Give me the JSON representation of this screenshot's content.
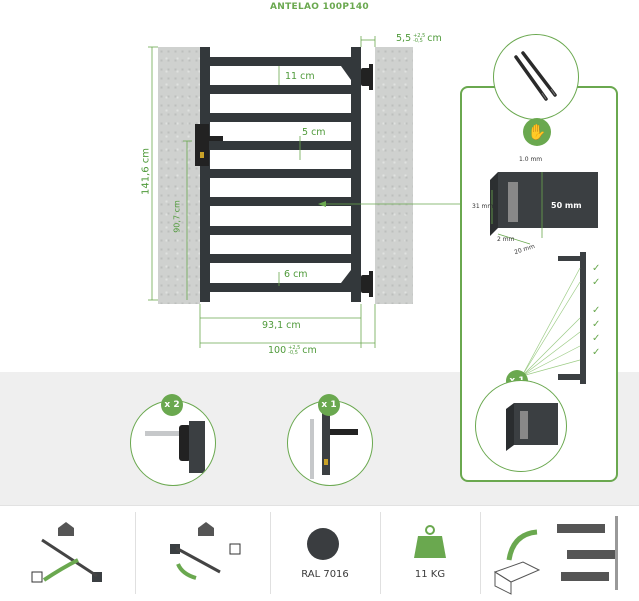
{
  "title": "ANTELAO 100P140",
  "dimensions": {
    "gap_top": "5,5",
    "gap_top_plus": "+2,5",
    "gap_top_minus": "-0,5",
    "gap_top_unit": "cm",
    "slat_spacing": "11 cm",
    "slat_gap_small": "5 cm",
    "bottom_gap": "6 cm",
    "height_total": "141,6 cm",
    "latch_height": "90,7 cm",
    "inner_width": "93,1 cm",
    "total_width": "100",
    "total_width_plus": "+2,5",
    "total_width_minus": "-0,5",
    "total_width_unit": "cm"
  },
  "profile": {
    "thickness_top": "1.0 mm",
    "height_label": "50 mm",
    "inner_height": "31 mm",
    "wall": "2 mm",
    "width": "20 mm",
    "qty": "x 1"
  },
  "accessories": {
    "hinges_qty": "x 2",
    "lock_qty": "x 1"
  },
  "features": {
    "color_label": "RAL 7016",
    "color_hex": "#3a3d40",
    "weight_label": "11 KG"
  },
  "icons": [
    "hand-icon",
    "house-icon",
    "weight-icon",
    "box-icon",
    "check-icon"
  ]
}
